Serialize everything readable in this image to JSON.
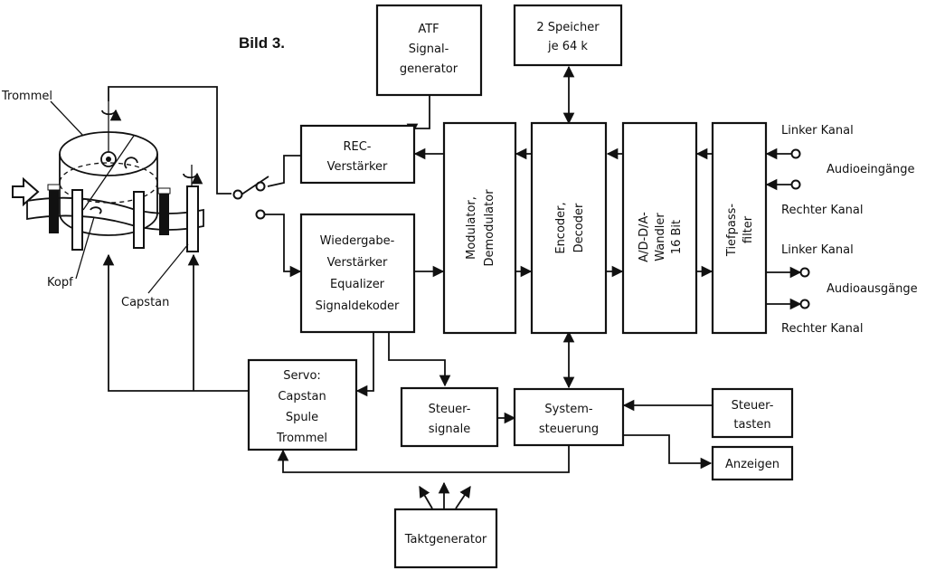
{
  "title": "Bild 3.",
  "blocks": {
    "atf": [
      "ATF",
      "Signal-",
      "generator"
    ],
    "speicher": [
      "2 Speicher",
      "je 64 k"
    ],
    "rec": [
      "REC-",
      "Verstärker"
    ],
    "wiedergabe": [
      "Wiedergabe-",
      "Verstärker",
      "Equalizer",
      "Signaldekoder"
    ],
    "modulator": [
      "Modulator,",
      "Demodulator"
    ],
    "encoder": [
      "Encoder,",
      "Decoder"
    ],
    "adda": [
      "A/D-D/A-",
      "Wandler",
      "16 Bit"
    ],
    "tiefpass": [
      "Tiefpass-",
      "filter"
    ],
    "servo": [
      "Servo:",
      "Capstan",
      "Spule",
      "Trommel"
    ],
    "steuersignale": [
      "Steuer-",
      "signale"
    ],
    "systemsteuerung": [
      "System-",
      "steuerung"
    ],
    "steuertasten": [
      "Steuer-",
      "tasten"
    ],
    "anzeigen": [
      "Anzeigen"
    ],
    "takt": [
      "Taktgenerator"
    ]
  },
  "labels": {
    "trommel": "Trommel",
    "kopf": "Kopf",
    "capstan": "Capstan",
    "linker_in": "Linker Kanal",
    "eingaenge": "Audioeingänge",
    "rechter_in": "Rechter Kanal",
    "linker_out": "Linker Kanal",
    "ausgaenge": "Audioausgänge",
    "rechter_out": "Rechter Kanal"
  }
}
